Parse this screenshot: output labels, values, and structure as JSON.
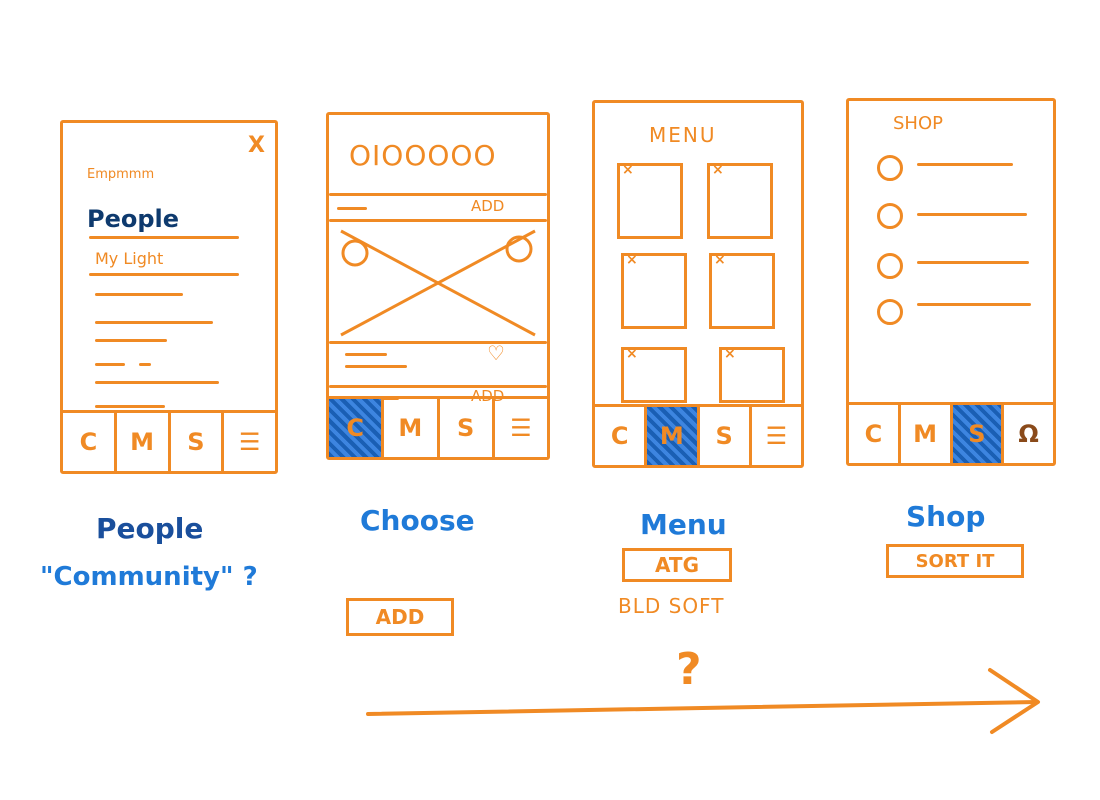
{
  "screens": {
    "people": {
      "close_label": "X",
      "small_label": "Empmmm",
      "title": "People",
      "subtitle": "My Light",
      "tabs": [
        "C",
        "M",
        "S",
        "☰"
      ],
      "active_tab": -1
    },
    "choose": {
      "header_text": "OIOOOOO",
      "top_add": "ADD",
      "bottom_add": "ADD",
      "tabs": [
        "C",
        "M",
        "S",
        "☰"
      ],
      "active_tab": 0
    },
    "menu": {
      "title": "MENU",
      "tabs": [
        "C",
        "M",
        "S",
        "☰"
      ],
      "active_tab": 1
    },
    "shop": {
      "title": "SHOP",
      "tabs": [
        "C",
        "M",
        "S",
        "Ω"
      ],
      "active_tab": 2
    }
  },
  "captions": {
    "people": "People",
    "people_note": "\"Community\" ?",
    "choose": "Choose",
    "choose_box": "ADD",
    "menu": "Menu",
    "menu_box": "ATG",
    "menu_note": "BLD SOFT",
    "shop": "Shop",
    "shop_box": "SORT IT"
  },
  "timeline": {
    "marker": "?"
  },
  "colors": {
    "marker_orange": "#f08a24",
    "marker_blue": "#1a5fb4"
  }
}
